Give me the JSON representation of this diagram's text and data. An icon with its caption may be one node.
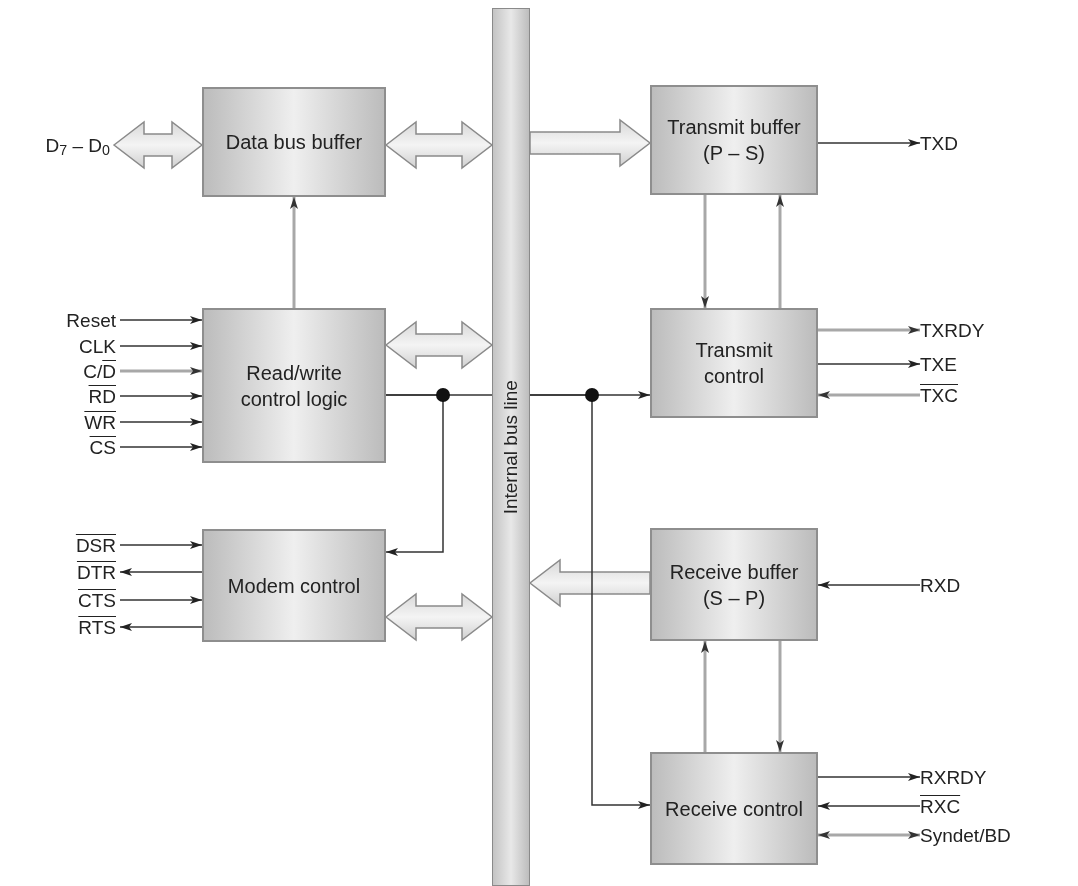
{
  "diagram": {
    "nodes": [
      {
        "text": [
          "Data bus buffer"
        ]
      },
      {
        "text": [
          "Read/write control logic"
        ]
      },
      {
        "text": [
          "Modem control"
        ]
      },
      {
        "text": [
          "Internal bus line"
        ]
      },
      {
        "text": [
          "Transmit buffer (P – S)"
        ]
      },
      {
        "text": [
          "Transmit control"
        ]
      },
      {
        "text": [
          "Receive buffer (S – P)"
        ]
      },
      {
        "text": [
          "Receive control"
        ]
      },
      {
        "text": [
          "D$_{7}$ – D$_{0}$"
        ]
      },
      {
        "text": [
          "Reset"
        ]
      },
      {
        "text": [
          "CLK"
        ]
      },
      {
        "text": [
          "C/D"
        ]
      },
      {
        "text": [
          "RD"
        ]
      },
      {
        "text": [
          "WR"
        ]
      },
      {
        "text": [
          "CS"
        ]
      },
      {
        "text": [
          "DSR"
        ]
      },
      {
        "text": [
          "DTR"
        ]
      },
      {
        "text": [
          "CTS"
        ]
      },
      {
        "text": [
          "RTS"
        ]
      },
      {
        "text": [
          "TXD"
        ]
      },
      {
        "text": [
          "TXRDY"
        ]
      },
      {
        "text": [
          "TXE"
        ]
      },
      {
        "text": [
          "TXC"
        ]
      },
      {
        "text": [
          "RXD"
        ]
      },
      {
        "text": [
          "RXRDY"
        ]
      },
      {
        "text": [
          "RXC"
        ]
      },
      {
        "text": [
          "Syndet/BD"
        ]
      }
    ],
    "edges": [
      {
        "from": 8,
        "to": 0,
        "arrow": "both",
        "style": "thick"
      },
      {
        "from": 0,
        "to": 3,
        "arrow": "both",
        "style": "thick"
      },
      {
        "from": 3,
        "to": 4,
        "arrow": "to",
        "style": "thick"
      },
      {
        "from": 1,
        "to": 3,
        "arrow": "both",
        "style": "thick"
      },
      {
        "from": 2,
        "to": 3,
        "arrow": "both",
        "style": "thick"
      },
      {
        "from": 6,
        "to": 3,
        "arrow": "to",
        "style": "thick"
      },
      {
        "from": 1,
        "to": 0,
        "arrow": "to",
        "color": "#a8a8a8"
      },
      {
        "from": 9,
        "to": 1,
        "arrow": "to"
      },
      {
        "from": 10,
        "to": 1,
        "arrow": "to"
      },
      {
        "from": 11,
        "to": 1,
        "arrow": "to",
        "color": "#a8a8a8"
      },
      {
        "from": 12,
        "to": 1,
        "arrow": "to"
      },
      {
        "from": 13,
        "to": 1,
        "arrow": "to"
      },
      {
        "from": 14,
        "to": 1,
        "arrow": "to"
      },
      {
        "from": 1,
        "to": 3,
        "arrow": "none"
      },
      {
        "from": 1,
        "to": 2,
        "arrow": "to"
      },
      {
        "from": 15,
        "to": 2,
        "arrow": "to"
      },
      {
        "from": 2,
        "to": 16,
        "arrow": "to"
      },
      {
        "from": 17,
        "to": 2,
        "arrow": "to"
      },
      {
        "from": 2,
        "to": 18,
        "arrow": "to"
      },
      {
        "from": 3,
        "to": 5,
        "arrow": "to"
      },
      {
        "from": 3,
        "to": 7,
        "arrow": "to"
      },
      {
        "from": 4,
        "to": 19,
        "arrow": "to"
      },
      {
        "from": 4,
        "to": 5,
        "arrow": "to",
        "color": "#a8a8a8"
      },
      {
        "from": 5,
        "to": 4,
        "arrow": "to",
        "color": "#a8a8a8"
      },
      {
        "from": 5,
        "to": 20,
        "arrow": "to",
        "color": "#a8a8a8"
      },
      {
        "from": 5,
        "to": 21,
        "arrow": "to"
      },
      {
        "from": 22,
        "to": 5,
        "arrow": "to",
        "color": "#a8a8a8"
      },
      {
        "from": 23,
        "to": 6,
        "arrow": "to"
      },
      {
        "from": 7,
        "to": 6,
        "arrow": "to",
        "color": "#a8a8a8"
      },
      {
        "from": 6,
        "to": 7,
        "arrow": "to",
        "color": "#a8a8a8"
      },
      {
        "from": 7,
        "to": 24,
        "arrow": "to"
      },
      {
        "from": 25,
        "to": 7,
        "arrow": "to"
      },
      {
        "from": 7,
        "to": 26,
        "arrow": "both",
        "color": "#a8a8a8"
      }
    ]
  }
}
